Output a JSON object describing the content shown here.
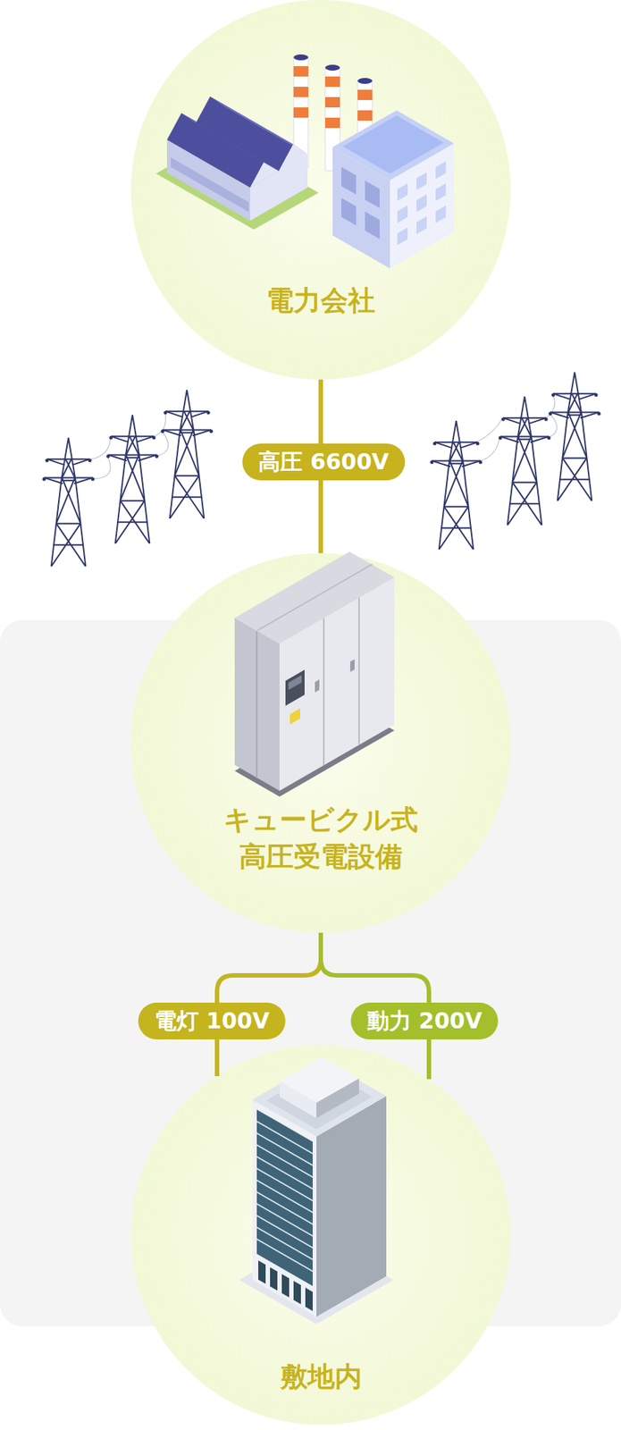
{
  "diagram": {
    "nodes": [
      {
        "text": [
          "電力会社"
        ]
      },
      {
        "text": [
          "キュービクル式 高圧受電設備"
        ]
      },
      {
        "text": [
          "敷地内"
        ]
      }
    ],
    "edges": [
      {
        "from": 0,
        "to": 1,
        "arrow": "none",
        "label": "高圧 6600V"
      },
      {
        "from": 1,
        "to": 2,
        "arrow": "none",
        "label": "電灯 100V"
      },
      {
        "from": 1,
        "to": 2,
        "arrow": "none",
        "label": "動力 200V"
      }
    ]
  }
}
